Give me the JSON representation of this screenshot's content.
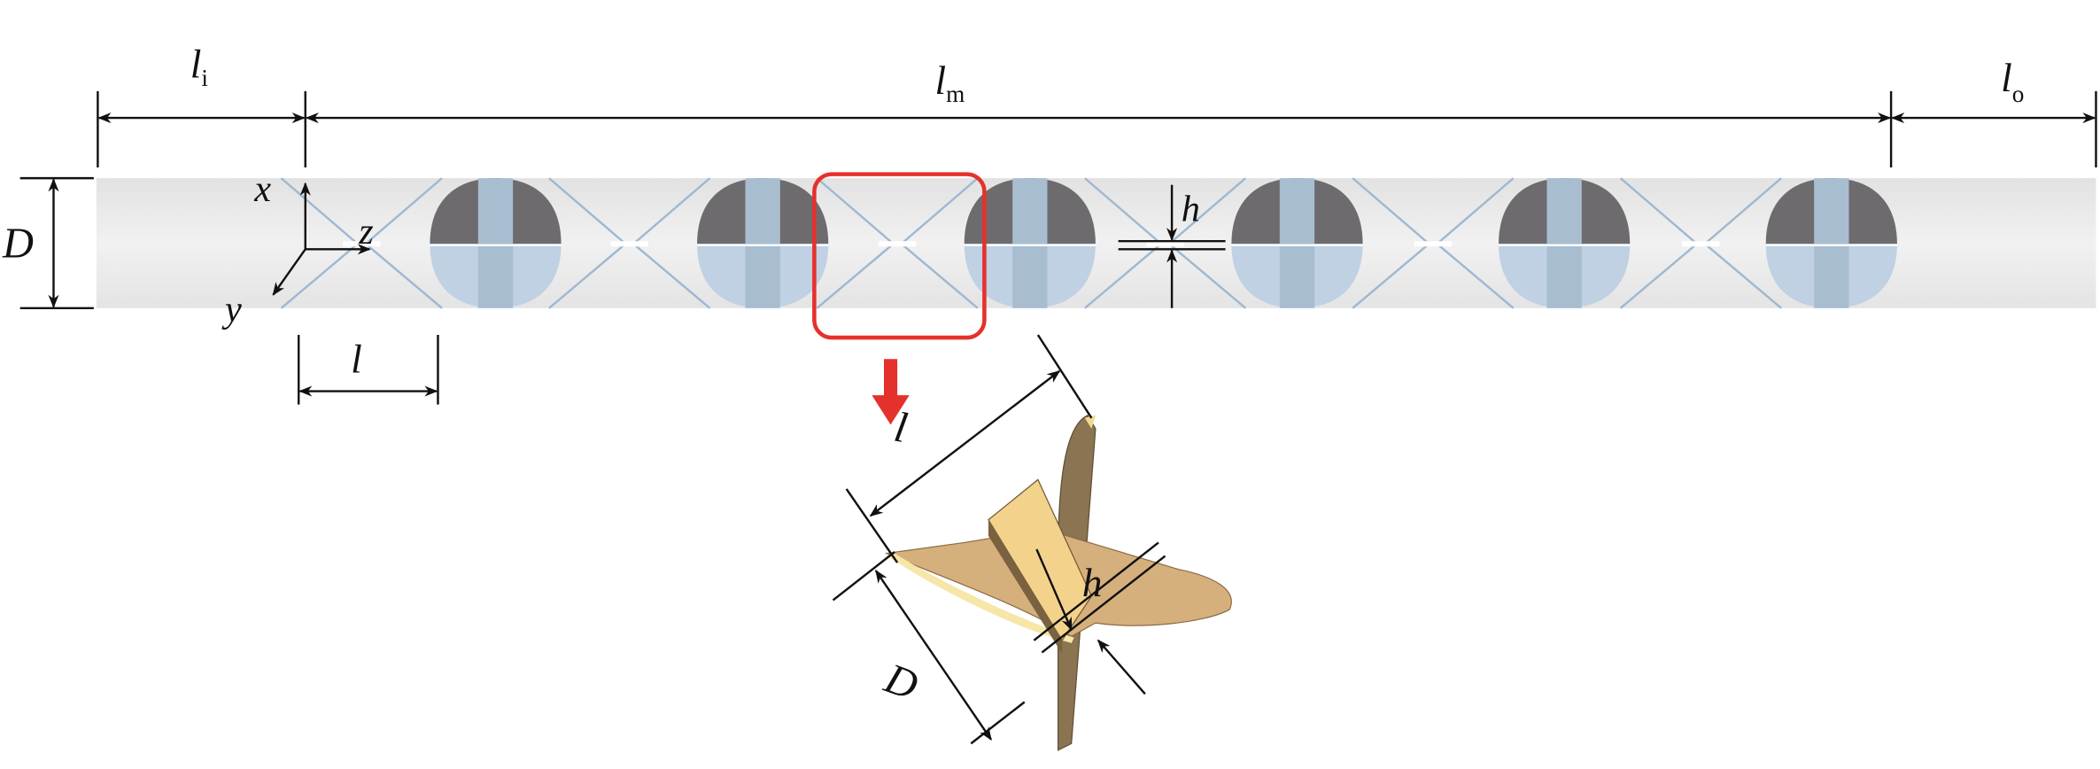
{
  "labels": {
    "l_i": {
      "main": "l",
      "sub": "i"
    },
    "l_m": {
      "main": "l",
      "sub": "m"
    },
    "l_o": {
      "main": "l",
      "sub": "o"
    },
    "D": "D",
    "axis_x": "x",
    "axis_y": "y",
    "axis_z": "z",
    "h": "h",
    "l": "l",
    "mixer_l": "l",
    "mixer_D": "D",
    "mixer_h": "h"
  },
  "colors": {
    "pipe": "#ececec",
    "blade_dark": "#6d6b6e",
    "blade_light": "#bfd1e3",
    "blade_stripe": "#a9bdd1",
    "highlight": "#e5312c",
    "mixer_vertical": "#8b7452",
    "mixer_horizontal": "#d6b07c",
    "mixer_center": "#f3d38c"
  },
  "mixer_count": 6
}
